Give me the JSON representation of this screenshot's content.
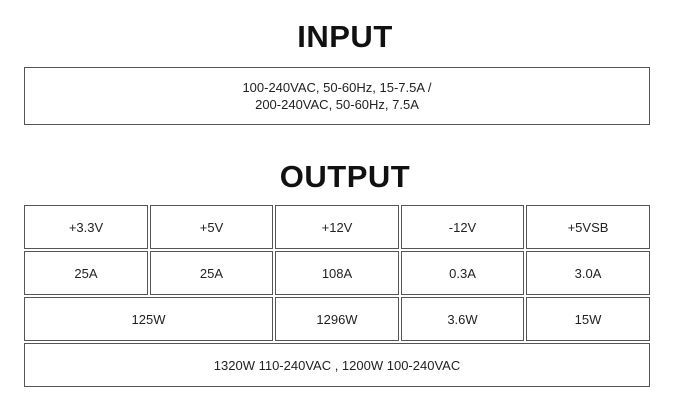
{
  "input": {
    "heading": "INPUT",
    "line1": "100-240VAC, 50-60Hz, 15-7.5A /",
    "line2": "200-240VAC, 50-60Hz, 7.5A"
  },
  "output": {
    "heading": "OUTPUT",
    "rails": [
      "+3.3V",
      "+5V",
      "+12V",
      "-12V",
      "+5VSB"
    ],
    "currents": [
      "25A",
      "25A",
      "108A",
      "0.3A",
      "3.0A"
    ],
    "power": {
      "combined_3v3_5v": "125W",
      "rail_12v": "1296W",
      "rail_neg12v": "3.6W",
      "rail_5vsb": "15W"
    },
    "total": "1320W 110-240VAC , 1200W 100-240VAC"
  }
}
